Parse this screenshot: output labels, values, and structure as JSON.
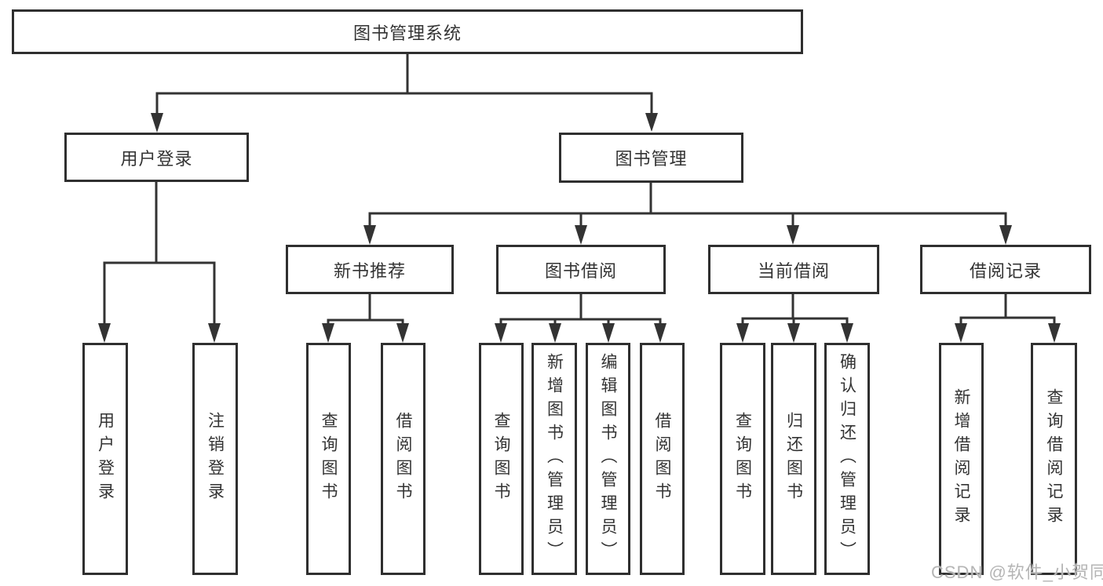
{
  "tree": {
    "root": {
      "label": "图书管理系统"
    },
    "branches": [
      {
        "label": "用户登录",
        "children": [
          {
            "label": "用户登录"
          },
          {
            "label": "注销登录"
          }
        ]
      },
      {
        "label": "图书管理",
        "children": [
          {
            "label": "新书推荐",
            "children": [
              {
                "label": "查询图书"
              },
              {
                "label": "借阅图书"
              }
            ]
          },
          {
            "label": "图书借阅",
            "children": [
              {
                "label": "查询图书"
              },
              {
                "label": "新增图书（管理员）"
              },
              {
                "label": "编辑图书（管理员）"
              },
              {
                "label": "借阅图书"
              }
            ]
          },
          {
            "label": "当前借阅",
            "children": [
              {
                "label": "查询图书"
              },
              {
                "label": "归还图书"
              },
              {
                "label": "确认归还（管理员）"
              }
            ]
          },
          {
            "label": "借阅记录",
            "children": [
              {
                "label": "新增借阅记录"
              },
              {
                "label": "查询借阅记录"
              }
            ]
          }
        ]
      }
    ]
  },
  "watermark": {
    "text": "CSDN @软件_小贺同学"
  },
  "colors": {
    "line": "#333333",
    "box_border": "#2f2f2f",
    "text": "#333333",
    "watermark": "#b5b5b5",
    "background": "#ffffff"
  }
}
